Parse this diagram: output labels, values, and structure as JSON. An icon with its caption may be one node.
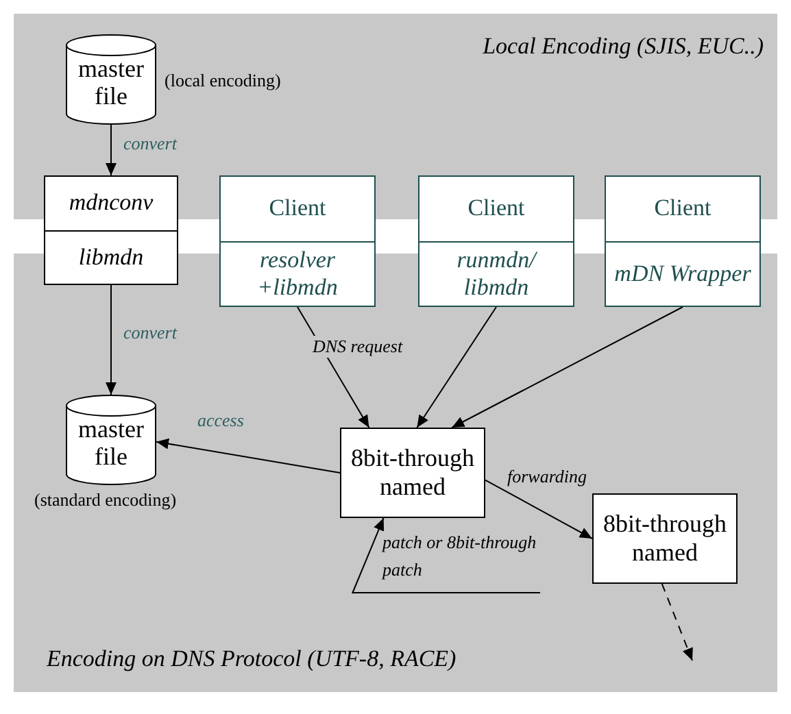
{
  "diagram": {
    "nodes": [
      {
        "text": [
          "Local Encoding (SJIS, EUC..)"
        ]
      },
      {
        "text": [
          "master file"
        ],
        "in": 0,
        "beside": [
          "(local encoding)"
        ]
      },
      {
        "text": [
          "mdnconv",
          "libmdn"
        ]
      },
      {
        "text": [
          "Client",
          "resolver +libmdn"
        ]
      },
      {
        "text": [
          "Client",
          "runmdn/ libmdn"
        ]
      },
      {
        "text": [
          "Client",
          "mDN Wrapper"
        ]
      },
      {
        "text": [
          "Encoding on DNS Protocol (UTF-8, RACE)"
        ]
      },
      {
        "text": [
          "master file"
        ],
        "in": 6,
        "beside": [
          "(standard encoding)"
        ]
      },
      {
        "text": [
          "8bit-through named"
        ],
        "in": 6
      },
      {
        "text": [
          "8bit-through named"
        ],
        "in": 6
      },
      {
        "text": [
          "patch or 8bit-through patch"
        ],
        "in": 6
      }
    ],
    "edges": [
      {
        "from": 1,
        "to": 2,
        "arrow": "to",
        "label": "convert"
      },
      {
        "from": 2,
        "to": 7,
        "arrow": "to",
        "label": "convert"
      },
      {
        "from": 8,
        "to": 7,
        "arrow": "to",
        "label": "access"
      },
      {
        "from": 3,
        "to": 8,
        "arrow": "to",
        "label": "DNS request"
      },
      {
        "from": 4,
        "to": 8,
        "arrow": "to"
      },
      {
        "from": 5,
        "to": 8,
        "arrow": "to"
      },
      {
        "from": 8,
        "to": 9,
        "arrow": "to",
        "label": "forwarding"
      },
      {
        "from": 10,
        "to": 8,
        "arrow": "to"
      },
      {
        "from": 9,
        "to": null,
        "arrow": "to",
        "style": "dashed"
      }
    ]
  }
}
